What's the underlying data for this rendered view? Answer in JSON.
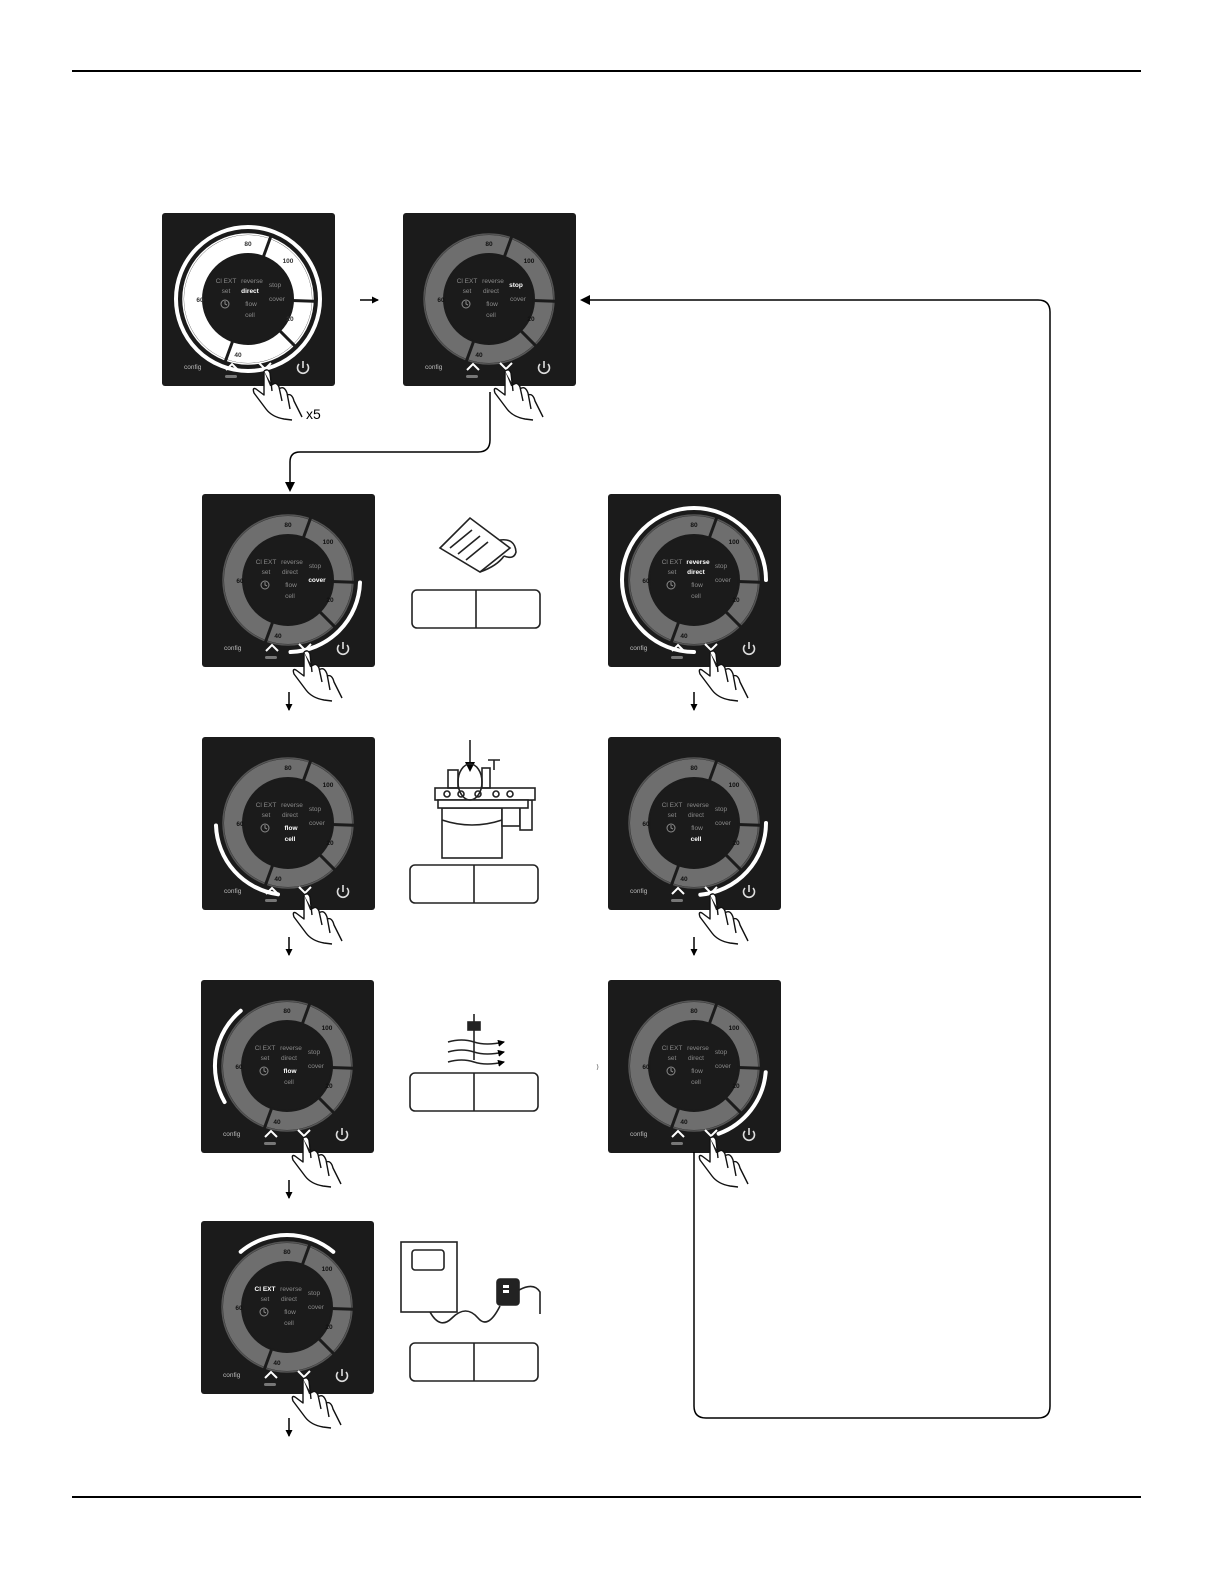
{
  "panels": [
    {
      "id": "p1",
      "ring": "all",
      "active": [
        "direct"
      ],
      "hand": true,
      "hand_label": "x5"
    },
    {
      "id": "p2",
      "ring": "none",
      "active": [
        "stop"
      ],
      "hand": true,
      "hand_label": ""
    },
    {
      "id": "p3",
      "ring": "right",
      "active": [
        "cover"
      ],
      "hand": true,
      "hand_label": ""
    },
    {
      "id": "p4",
      "ring": "bottom-left",
      "active": [
        "flow",
        "cell"
      ],
      "hand": true,
      "hand_label": ""
    },
    {
      "id": "p5",
      "ring": "left",
      "active": [
        "flow"
      ],
      "hand": true,
      "hand_label": ""
    },
    {
      "id": "p6",
      "ring": "top",
      "active": [
        "Cl EXT"
      ],
      "hand": true,
      "hand_label": ""
    },
    {
      "id": "p7",
      "ring": "all-but-right",
      "active": [
        "reverse",
        "direct"
      ],
      "hand": true,
      "hand_label": ""
    },
    {
      "id": "p8",
      "ring": "right-low",
      "active": [
        "cell"
      ],
      "hand": true,
      "hand_label": ""
    },
    {
      "id": "p9",
      "ring": "right-bottom",
      "active": [],
      "hand": true,
      "hand_label": ""
    }
  ],
  "panel_text": {
    "labels": [
      "Cl EXT",
      "reverse",
      "set",
      "direct",
      "stop",
      "cover",
      "flow",
      "cell"
    ],
    "dial": [
      "80",
      "100",
      "60",
      "20",
      "40"
    ],
    "config": "config"
  },
  "illustrations": [
    "cover-icon",
    "cell-icon",
    "flow-icon",
    "probe-icon"
  ],
  "colors": {
    "panel": "#1b1b1b",
    "ring_dim": "#6e6e6e",
    "ring_on": "#ffffff",
    "text_dim": "#8a8a8a",
    "text_on": "#ffffff"
  }
}
